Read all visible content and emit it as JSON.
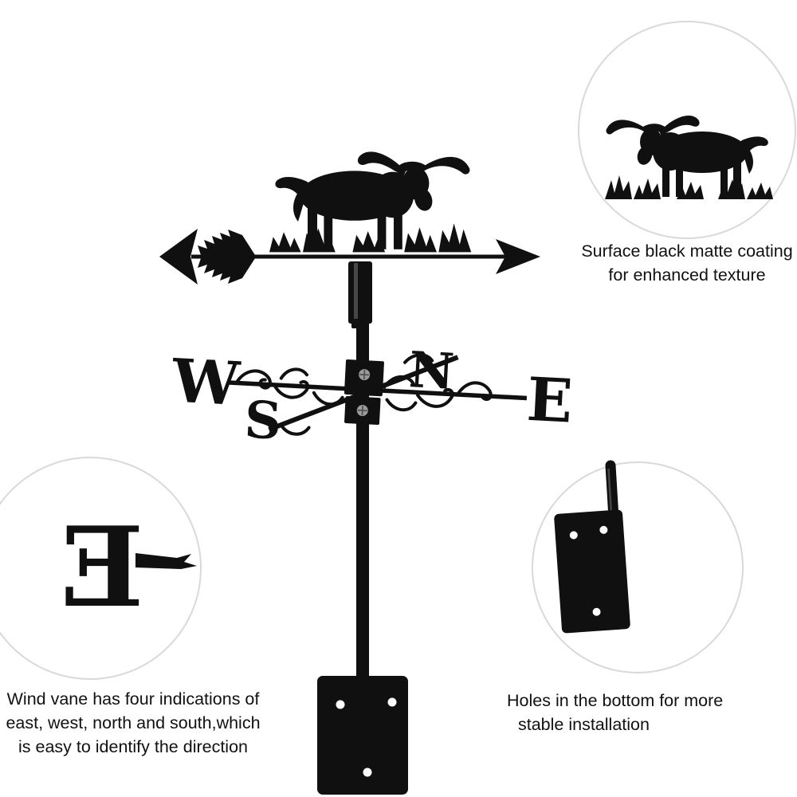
{
  "product": {
    "direction_letters": {
      "west": "W",
      "north": "N",
      "east": "E",
      "south": "S"
    },
    "detail_letter": "E"
  },
  "callouts": {
    "coating": {
      "lines": [
        "Surface black matte coating",
        "for enhanced texture"
      ]
    },
    "directions": {
      "lines": [
        "Wind vane has four indications of",
        "east, west, north and south,which",
        "is easy to identify the direction"
      ]
    },
    "holes": {
      "lines": [
        "Holes in the bottom for more",
        "stable installation"
      ]
    }
  },
  "icons": {
    "bull": "longhorn-bull-silhouette",
    "arrow": "wind-arrow",
    "grass": "grass-tufts",
    "compass": "direction-cross-nsew",
    "rod": "support-rod",
    "plate": "mounting-plate",
    "screws": "hub-screws"
  },
  "colors": {
    "bg": "#ffffff",
    "silhouette": "#101010",
    "circle_stroke": "#d9d9d9",
    "text": "#111111",
    "screw": "#9a9a9a"
  }
}
